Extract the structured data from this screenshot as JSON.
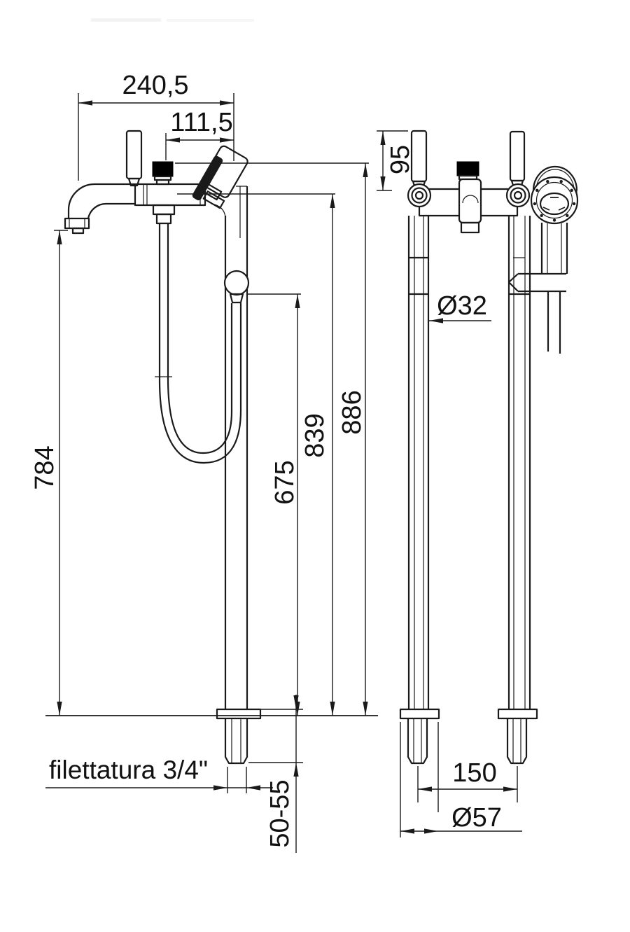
{
  "drawing": {
    "background": "#ffffff",
    "line_color": "#1a1a1a",
    "cap_fill": "#000000",
    "dimensions": {
      "total_width": "240,5",
      "spout_projection": "111,5",
      "handle_height": "95",
      "spout_outlet_height": "784",
      "hose_elbow_height": "675",
      "diverter_height": "839",
      "overall_height": "886",
      "column_diameter": "Ø32",
      "thread_note": "filettatura 3/4\"",
      "under_floor_adjustment": "50-55",
      "inlet_spacing": "150",
      "flange_diameter": "Ø57"
    }
  }
}
